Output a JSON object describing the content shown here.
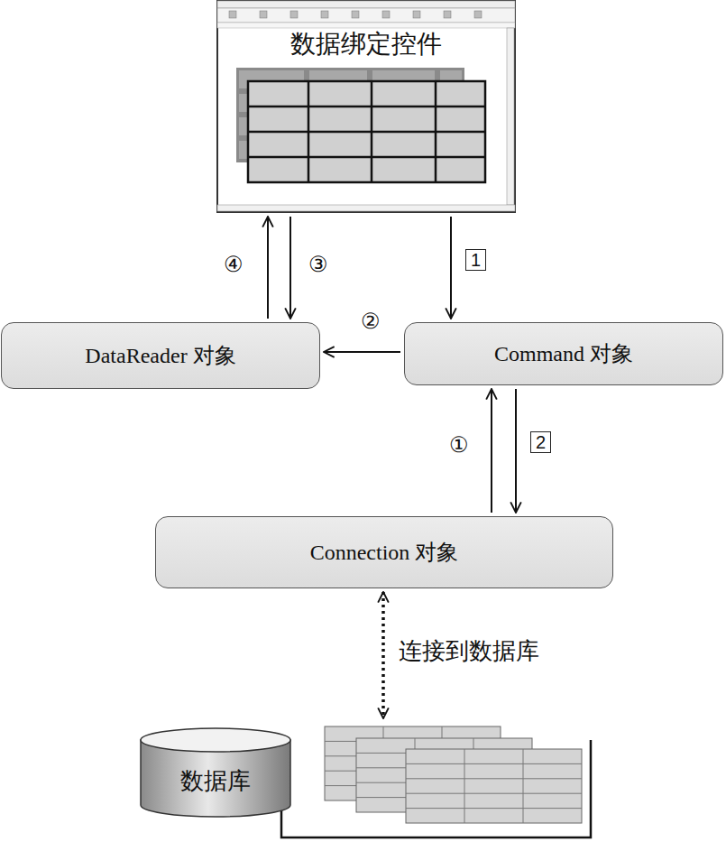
{
  "diagram": {
    "nodes": [
      {
        "text": [
          "数据绑定控件"
        ]
      },
      {
        "text": [
          "DataReader 对象"
        ]
      },
      {
        "text": [
          "Command 对象"
        ]
      },
      {
        "text": [
          "Connection 对象"
        ]
      },
      {
        "text": [
          "数据库"
        ]
      }
    ],
    "edges": [
      {
        "from": 0,
        "to": 2,
        "arrow": "to",
        "label": "1"
      },
      {
        "from": 2,
        "to": 1,
        "arrow": "to",
        "label": "②"
      },
      {
        "from": 0,
        "to": 1,
        "arrow": "to",
        "label": "③"
      },
      {
        "from": 1,
        "to": 0,
        "arrow": "to",
        "label": "④"
      },
      {
        "from": 3,
        "to": 2,
        "arrow": "to",
        "label": "①"
      },
      {
        "from": 2,
        "to": 3,
        "arrow": "to",
        "label": "2"
      },
      {
        "from": 3,
        "to": 4,
        "arrow": "both",
        "label": "连接到数据库"
      }
    ]
  }
}
